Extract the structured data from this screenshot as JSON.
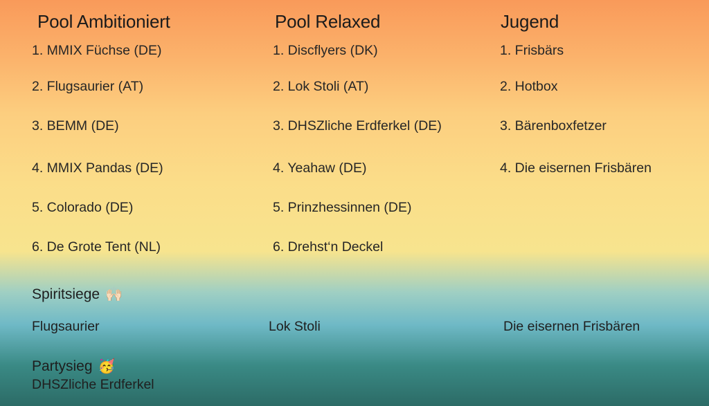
{
  "pools": [
    {
      "title": "Pool Ambitioniert",
      "items": [
        "1. MMIX Füchse (DE)",
        "2. Flugsaurier (AT)",
        "3. BEMM (DE)",
        "4. MMIX Pandas (DE)",
        "5. Colorado (DE)",
        "6. De Grote Tent (NL)"
      ]
    },
    {
      "title": "Pool Relaxed",
      "items": [
        "1. Discflyers (DK)",
        "2. Lok Stoli (AT)",
        "3. DHSZliche Erdferkel (DE)",
        "4. Yeahaw (DE)",
        "5. Prinzhessinnen (DE)",
        "6. Drehst‘n Deckel"
      ]
    },
    {
      "title": "Jugend",
      "items": [
        "1. Frisbärs",
        "2. Hotbox",
        "3. Bärenboxfetzer",
        "4. Die eisernen Frisbären"
      ]
    }
  ],
  "spirit": {
    "title": "Spiritsiege",
    "emoji": "🙌🏻",
    "winners": [
      "Flugsaurier",
      "Lok Stoli",
      "Die eisernen Frisbären"
    ]
  },
  "party": {
    "title": "Partysieg",
    "emoji": "🥳",
    "winner": "DHSZliche Erdferkel"
  }
}
